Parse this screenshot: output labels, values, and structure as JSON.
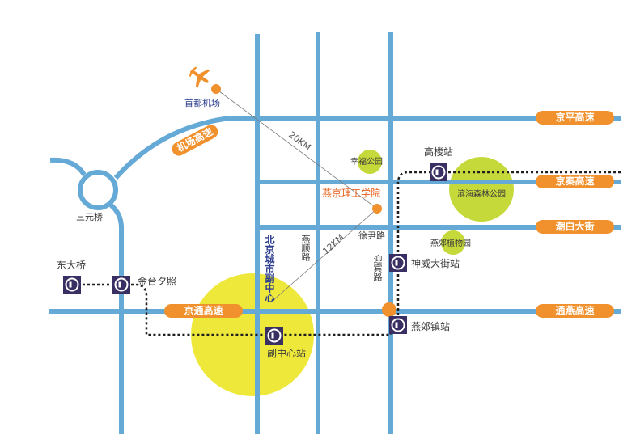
{
  "colors": {
    "road": "#65a9d6",
    "highway": "#f0912e",
    "metro": "#1e1e1e",
    "park": "#c6d93a",
    "district": "#eee83a",
    "campus": "#e8601c",
    "station_frame": "#3a2f63"
  },
  "highways": {
    "jingping": "京平高速",
    "jingqin": "京秦高速",
    "chaobai": "潮白大街",
    "tongyan": "通燕高速",
    "jingtong": "京通高速",
    "airport": "机场高速"
  },
  "places": {
    "airport": "首都机场",
    "campus": "燕京理工学院",
    "sanyuanqiao": "三元桥",
    "dongdaqiao": "东大桥",
    "xingfu_park": "幸福公园",
    "binhai_park": "滨海森林公园",
    "yanjiao_botanical": "燕郊植物园"
  },
  "roads": {
    "yanshun": "燕顺路",
    "yingbin": "迎宾路",
    "xuyin": "徐尹路",
    "subcenter": "北京城市副中心"
  },
  "stations": {
    "jintaixizhao": "金台夕照",
    "fuzhongxin": "副中心站",
    "gaolou": "高楼站",
    "shenwei": "神威大街站",
    "yanjiaozhen": "燕郊镇站"
  },
  "distances": {
    "airport_to_campus": "20KM",
    "subcenter_to_campus": "12KM"
  },
  "icons": {
    "plane": "airplane-icon",
    "station": "metro-station-icon"
  }
}
